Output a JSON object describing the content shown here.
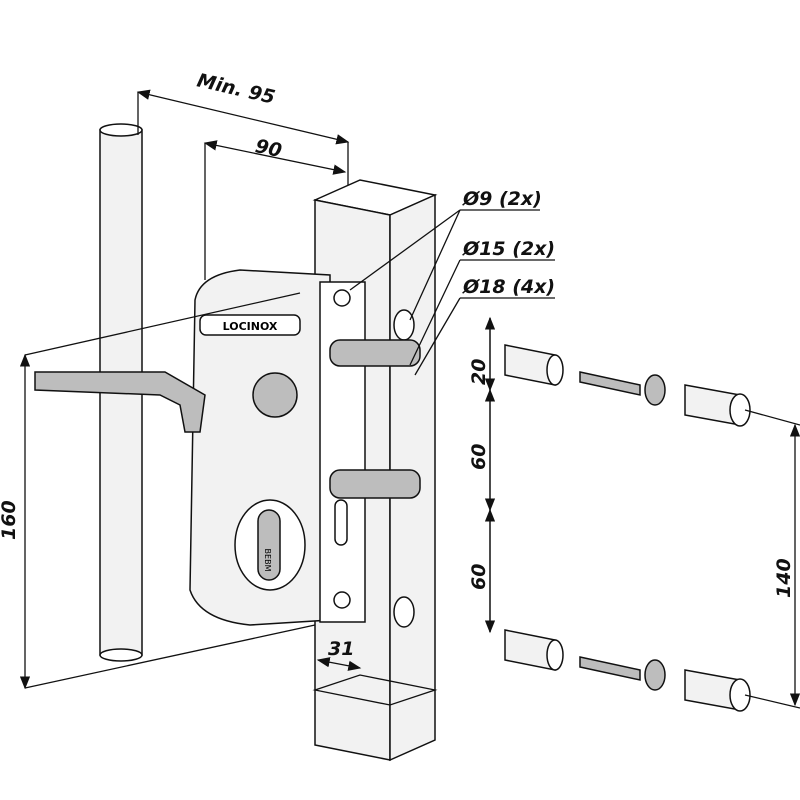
{
  "drawing": {
    "brand_logo": "LOCINOX",
    "cylinder_marking": "BEBM",
    "dimensions": {
      "min_width": "Min. 95",
      "width": "90",
      "height_total": "160",
      "depth": "31",
      "hole_spacing": "140",
      "offset_top": "20",
      "spacing_1": "60",
      "spacing_2": "60"
    },
    "hole_callouts": [
      "Ø9 (2x)",
      "Ø15 (2x)",
      "Ø18 (4x)"
    ]
  }
}
